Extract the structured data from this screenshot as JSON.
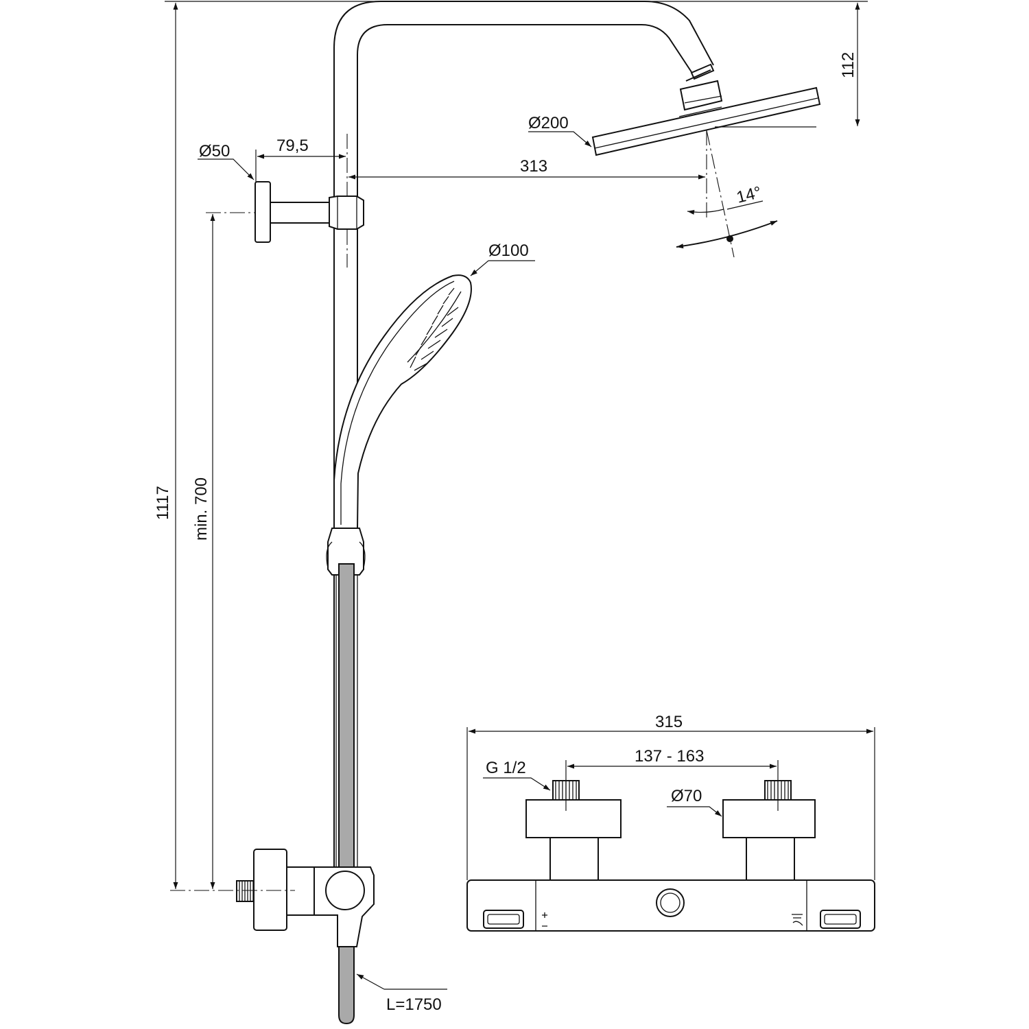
{
  "colors": {
    "line": "#111111",
    "hose": "#a9a9a9",
    "background": "#ffffff"
  },
  "labels": {
    "dia_wall_flange": "Ø50",
    "offset_arm": "79,5",
    "head_reach": "313",
    "dia_overhead": "Ø200",
    "head_height": "112",
    "tilt_angle": "14°",
    "dia_hand_shower": "Ø100",
    "total_height": "1117",
    "min_height": "min. 700",
    "hose_length": "L=1750",
    "mixer_width": "315",
    "inlet_spacing": "137 - 163",
    "thread": "G 1/2",
    "dia_inlet_cover": "Ø70"
  }
}
